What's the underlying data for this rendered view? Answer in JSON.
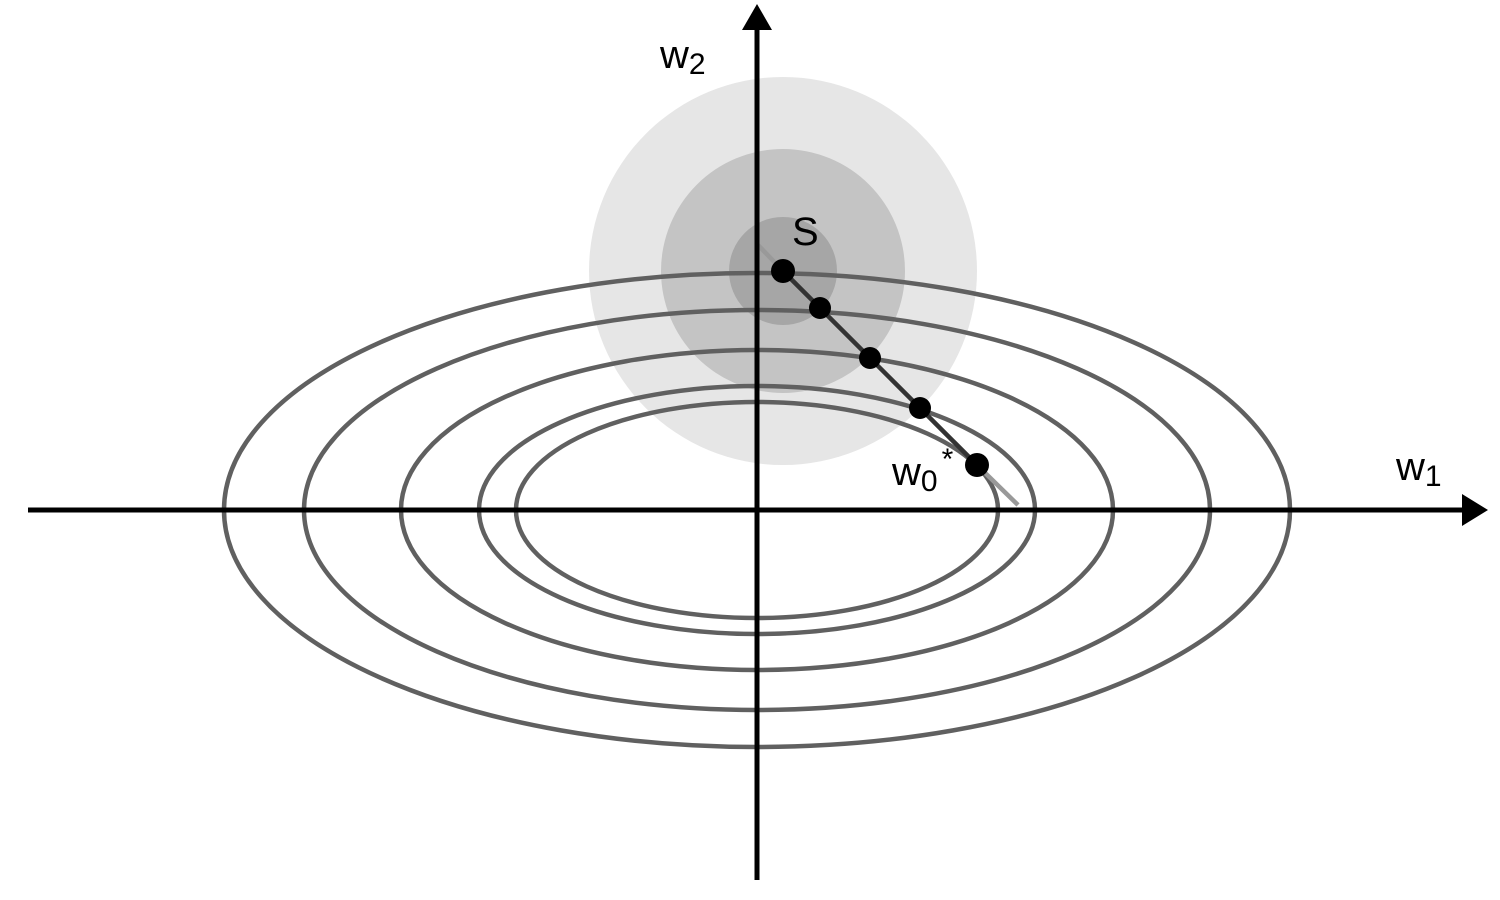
{
  "labels": {
    "x_axis": "w",
    "x_axis_sub": "1",
    "y_axis": "w",
    "y_axis_sub": "2",
    "start_point": "S",
    "optimum": "w",
    "optimum_sub": "0",
    "optimum_sup": "*"
  },
  "colors": {
    "axis": "#000000",
    "contour": "#606060",
    "path": "#333333",
    "point": "#000000",
    "extension": "#999999",
    "disc_outer": "#e6e6e6",
    "disc_middle": "#c4c4c4",
    "disc_inner": "#a6a6a6"
  }
}
